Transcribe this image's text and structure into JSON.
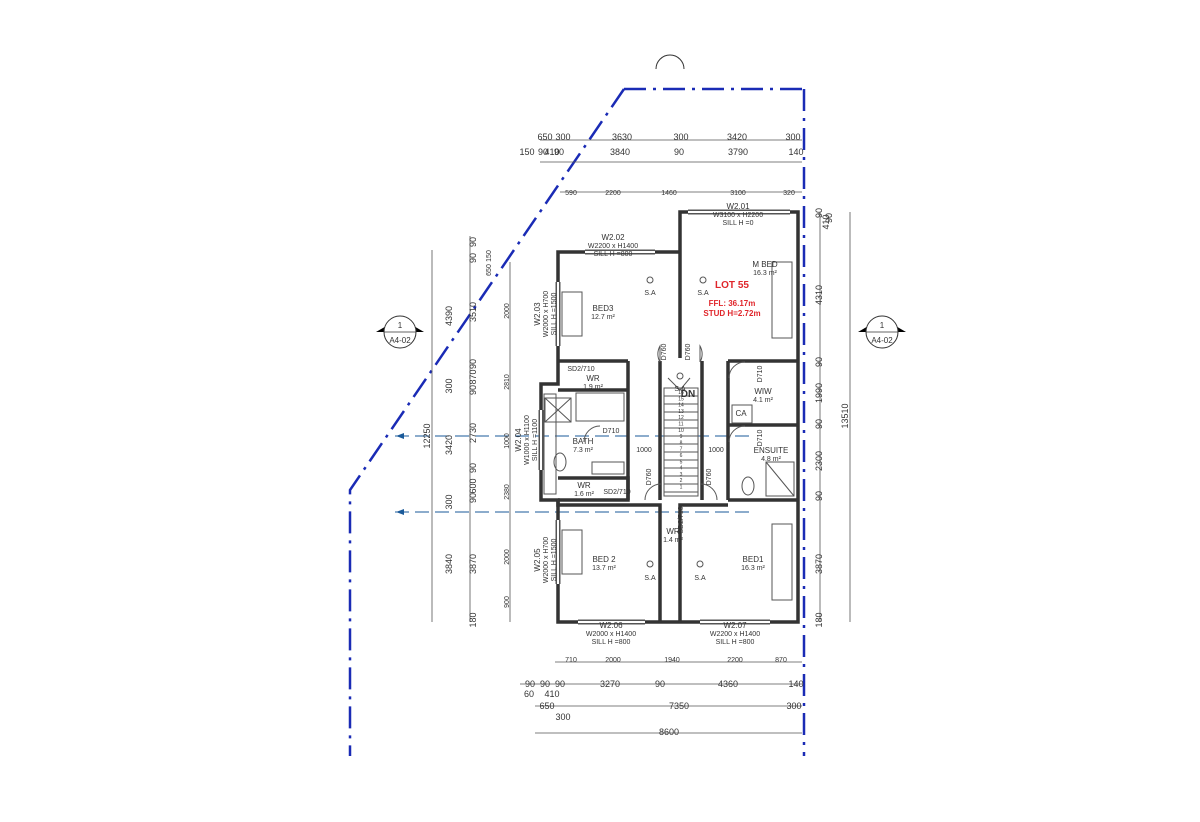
{
  "windows": [
    {
      "id": "W2.01",
      "size": "W3100 x H2200",
      "sill": "SILL H =0"
    },
    {
      "id": "W2.02",
      "size": "W2200 x H1400",
      "sill": "SILL H =800"
    },
    {
      "id": "W2.03",
      "size": "W2000 x H700",
      "sill": "SILL H =1500"
    },
    {
      "id": "W2.04",
      "size": "W1000 x H1100",
      "sill": "SILL H =1100"
    },
    {
      "id": "W2.05",
      "size": "W2000 x H700",
      "sill": "SILL H =1500"
    },
    {
      "id": "W2.06",
      "size": "W2000 x H1400",
      "sill": "SILL H =800"
    },
    {
      "id": "W2.07",
      "size": "W2200 x H1400",
      "sill": "SILL H =800"
    }
  ],
  "rooms": [
    {
      "name": "M BED",
      "area": "16.3 m²"
    },
    {
      "name": "BED3",
      "area": "12.7 m²"
    },
    {
      "name": "WR",
      "area": "1.9 m²"
    },
    {
      "name": "BATH",
      "area": "7.3 m²"
    },
    {
      "name": "WR",
      "area": "1.6 m²"
    },
    {
      "name": "WIW",
      "area": "4.1 m²"
    },
    {
      "name": "ENSUITE",
      "area": "4.8 m²"
    },
    {
      "name": "BED 2",
      "area": "13.7 m²"
    },
    {
      "name": "WR",
      "area": "1.4 m²"
    },
    {
      "name": "BED1",
      "area": "16.3 m²"
    }
  ],
  "lot": {
    "title": "LOT 55",
    "ffl": "FFL: 36.17m",
    "stud": "STUD H=2.72m"
  },
  "labels": {
    "sa": "S.A",
    "ca": "CA",
    "dn": "DN",
    "d760": "D760",
    "d710": "D710",
    "sd2710": "SD2/710",
    "n1000": "1000",
    "section_num": "1",
    "section_ref": "A4-02"
  },
  "stair_steps": [
    "16",
    "15",
    "14",
    "13",
    "12",
    "11",
    "10",
    "9",
    "8",
    "7",
    "6",
    "5",
    "4",
    "3",
    "2",
    "1"
  ],
  "dims": {
    "top1": [
      "650",
      "300",
      "3630",
      "300",
      "3420",
      "300"
    ],
    "top2": [
      "410",
      "150",
      "90",
      "90",
      "3840",
      "90",
      "3790",
      "140"
    ],
    "top3": [
      "590",
      "2200",
      "1460",
      "3100",
      "320"
    ],
    "bottom1": [
      "710",
      "2000",
      "1940",
      "2200",
      "870"
    ],
    "bottom2": [
      "90",
      "90",
      "90",
      "3270",
      "90",
      "4360",
      "140"
    ],
    "bottom3": [
      "60",
      "410",
      "650",
      "7350",
      "300",
      "300"
    ],
    "bottom4": [
      "8600"
    ],
    "left_total": [
      "12250"
    ],
    "left1": [
      "4390",
      "300",
      "3420",
      "300",
      "3840"
    ],
    "left2": [
      "90",
      "90",
      "3510",
      "90",
      "870",
      "90",
      "2730",
      "90",
      "600",
      "90",
      "3870",
      "180"
    ],
    "left3": [
      "150",
      "650",
      "2000",
      "2810",
      "1000",
      "2380",
      "2000",
      "900"
    ],
    "right_total": [
      "13510"
    ],
    "right1": [
      "90",
      "90",
      "410",
      "4310",
      "90",
      "1990",
      "90",
      "2300",
      "90",
      "3870",
      "180"
    ]
  }
}
